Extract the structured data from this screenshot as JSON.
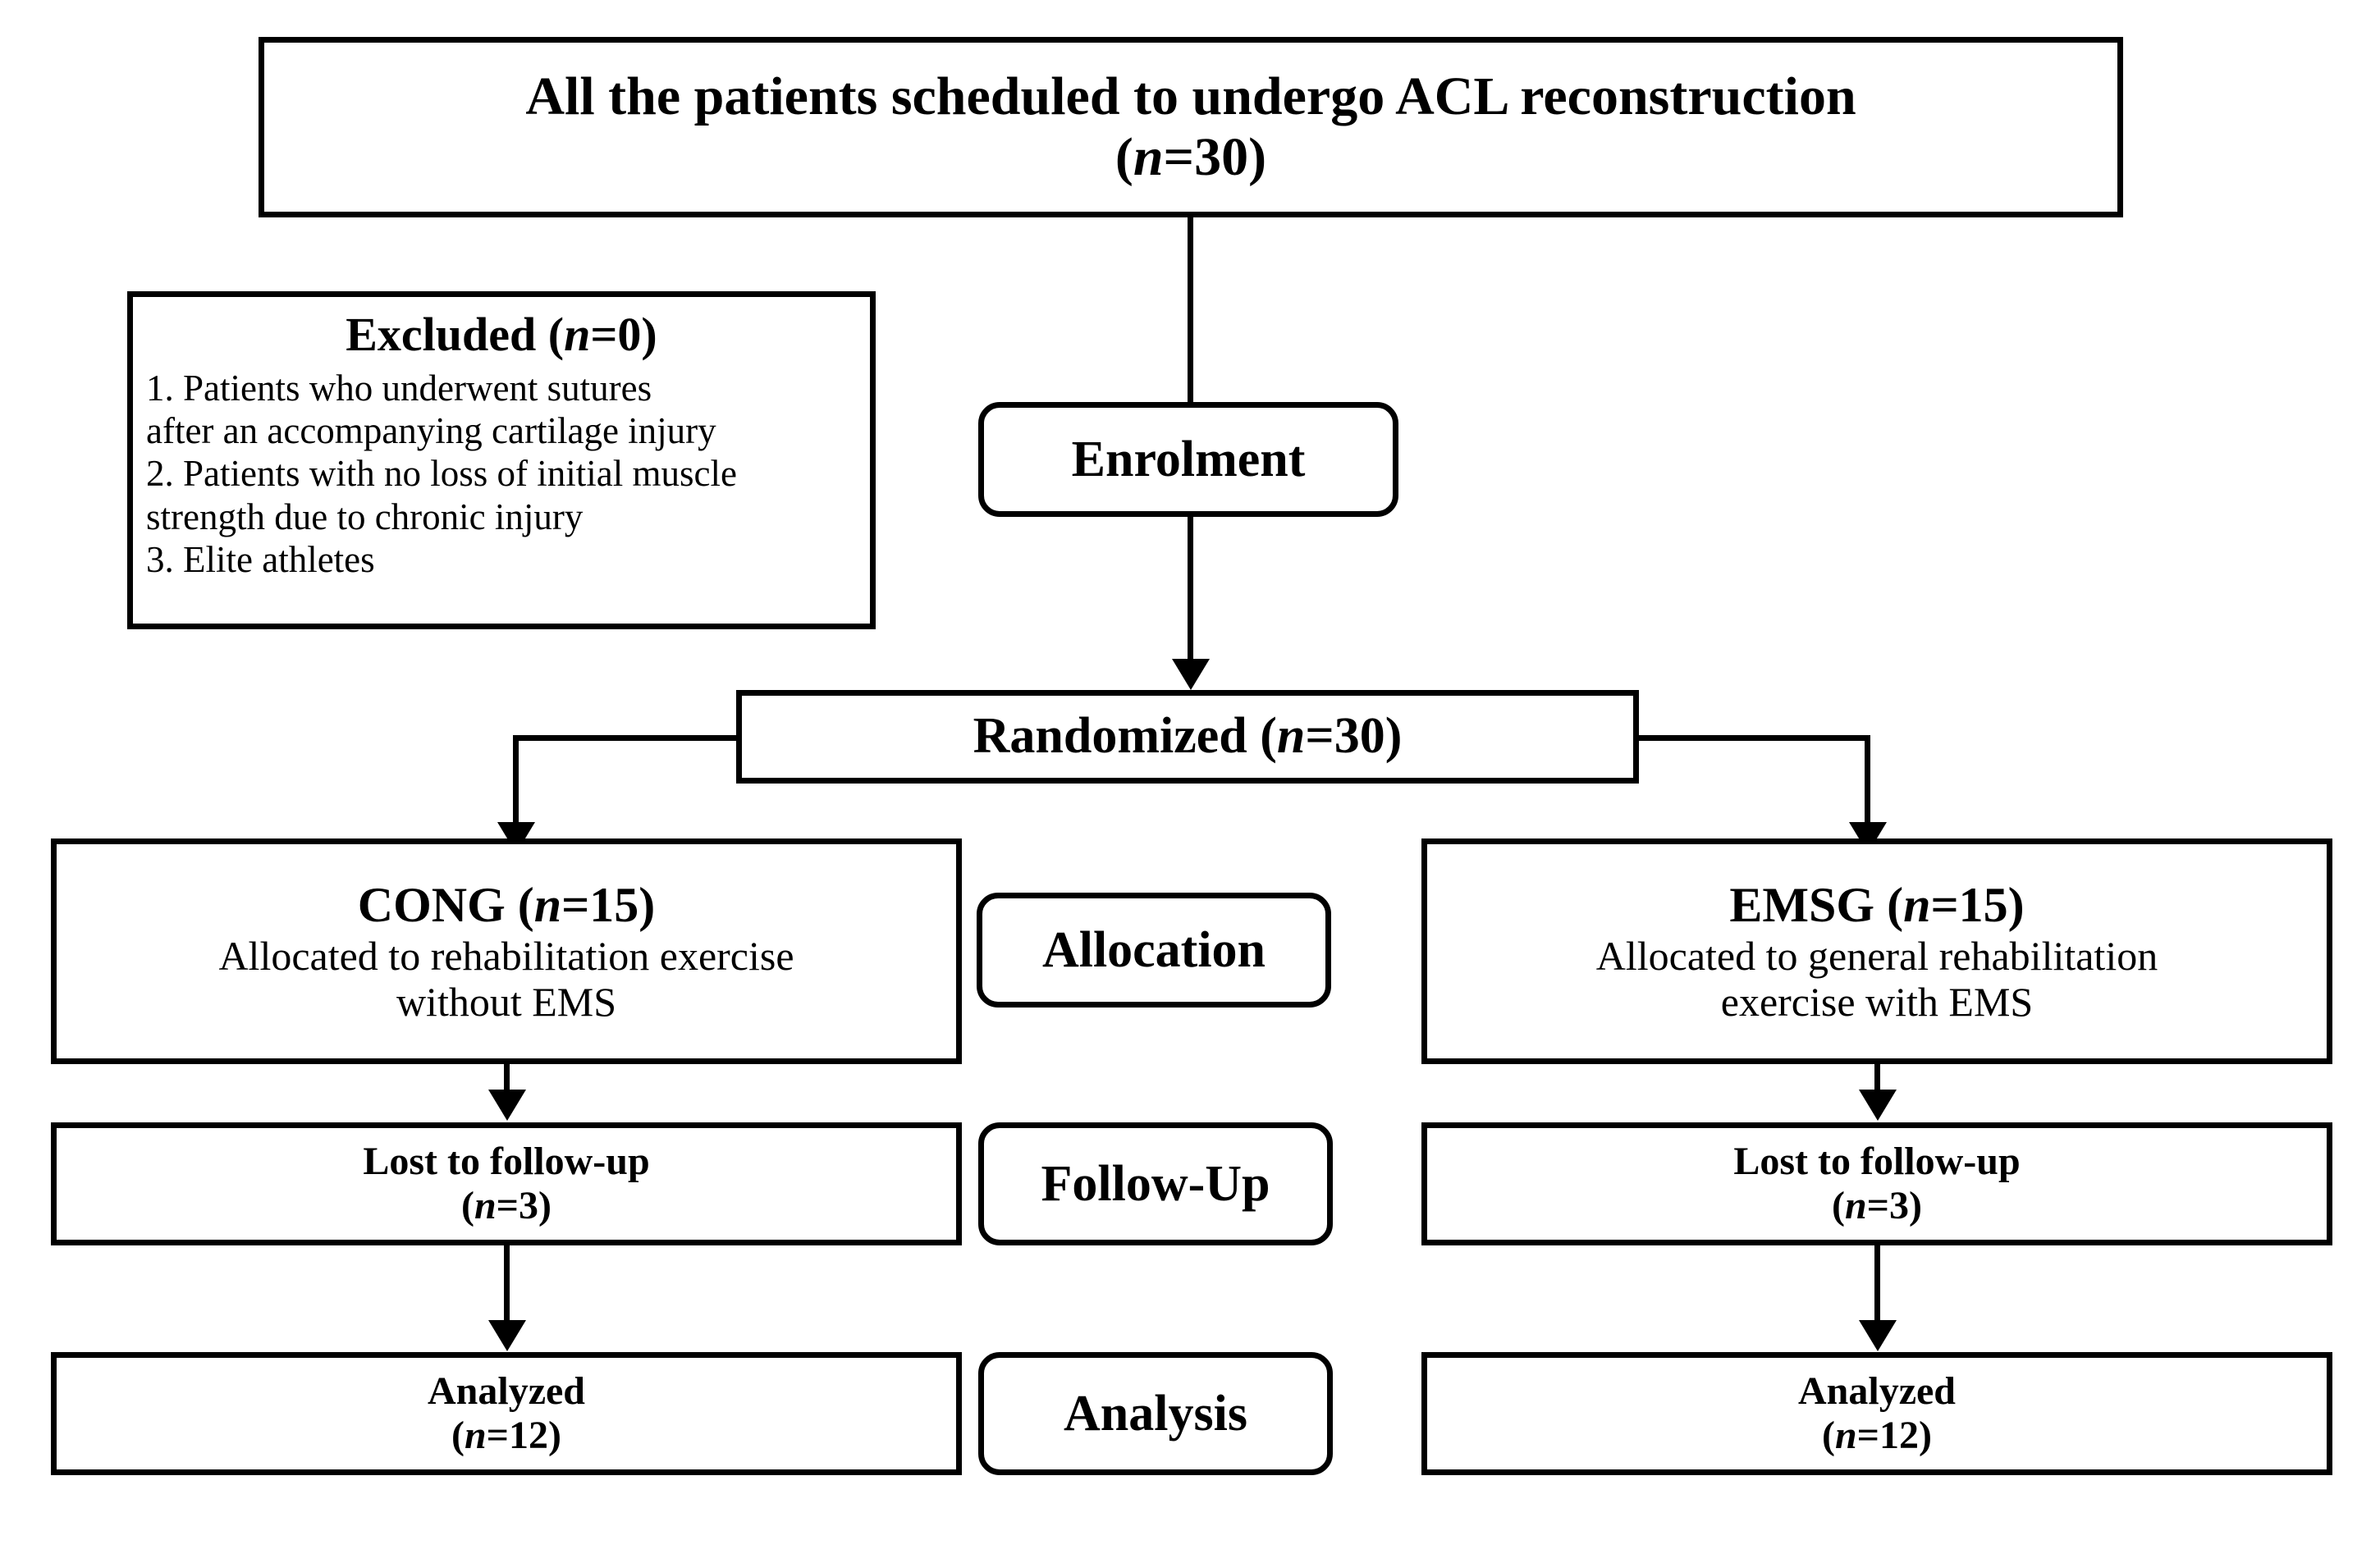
{
  "diagram": {
    "type": "consort-flow-diagram",
    "title_box": {
      "line1": "All the patients scheduled to undergo ACL reconstruction",
      "line2_prefix": "(",
      "line2_italic": "n",
      "line2_suffix": "=30)"
    },
    "excluded": {
      "title_prefix": "Excluded (",
      "title_italic": "n",
      "title_suffix": "=0)",
      "items": [
        "1. Patients who underwent sutures",
        "after an accompanying cartilage injury",
        "2. Patients with no loss of initial muscle",
        "strength due to chronic injury",
        "3. Elite athletes"
      ]
    },
    "stages": {
      "enrolment": "Enrolment",
      "allocation": "Allocation",
      "followup": "Follow-Up",
      "analysis": "Analysis"
    },
    "randomized": {
      "prefix": "Randomized (",
      "italic": "n",
      "suffix": "=30)"
    },
    "left_arm": {
      "head_prefix": "CONG (",
      "head_italic": "n",
      "head_suffix": "=15)",
      "sub_line1": "Allocated to rehabilitation exercise",
      "sub_line2": "without EMS",
      "lost_label": "Lost to follow-up",
      "lost_prefix": "(",
      "lost_italic": "n",
      "lost_suffix": "=3)",
      "analyzed_label": "Analyzed",
      "analyzed_prefix": "(",
      "analyzed_italic": "n",
      "analyzed_suffix": "=12)"
    },
    "right_arm": {
      "head_prefix": "EMSG (",
      "head_italic": "n",
      "head_suffix": "=15)",
      "sub_line1": "Allocated to general rehabilitation",
      "sub_line2": "exercise with EMS",
      "lost_label": "Lost to follow-up",
      "lost_prefix": "(",
      "lost_italic": "n",
      "lost_suffix": "=3)",
      "analyzed_label": "Analyzed",
      "analyzed_prefix": "(",
      "analyzed_italic": "n",
      "analyzed_suffix": "=12)"
    },
    "colors": {
      "stroke": "#000000",
      "background": "#ffffff",
      "text": "#000000"
    },
    "counts": {
      "assessed": 30,
      "excluded": 0,
      "randomized": 30,
      "cong_allocated": 15,
      "emsg_allocated": 15,
      "cong_lost": 3,
      "emsg_lost": 3,
      "cong_analyzed": 12,
      "emsg_analyzed": 12
    }
  }
}
